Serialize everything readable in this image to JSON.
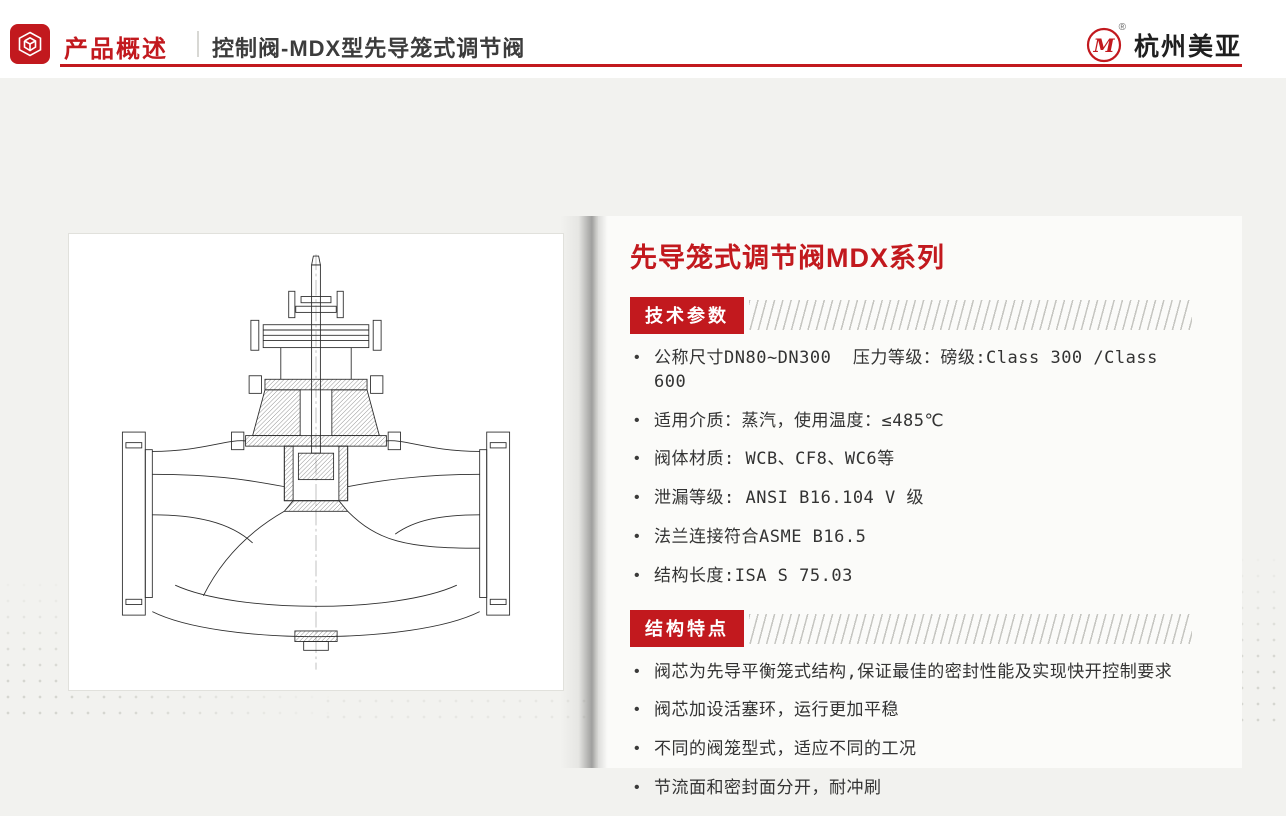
{
  "accent_color": "#c2191e",
  "colors": {
    "background": "#f2f2ef",
    "text": "#333333",
    "header_background": "#ffffff"
  },
  "header": {
    "section_label": "产品概述",
    "page_title": "控制阀-MDX型先导笼式调节阀",
    "brand_monogram": "M",
    "registered_mark": "®",
    "brand_name": "杭州美亚"
  },
  "content": {
    "title": "先导笼式调节阀MDX系列",
    "sections": [
      {
        "heading": "技术参数",
        "bullets": [
          "公称尺寸DN80~DN300  压力等级：磅级:Class 300 /Class 600",
          "适用介质：蒸汽，使用温度：≤485℃",
          "阀体材质: WCB、CF8、WC6等",
          "泄漏等级: ANSI B16.104 V 级",
          "法兰连接符合ASME B16.5",
          "结构长度:ISA S 75.03"
        ]
      },
      {
        "heading": "结构特点",
        "bullets": [
          "阀芯为先导平衡笼式结构,保证最佳的密封性能及实现快开控制要求",
          "阀芯加设活塞环，运行更加平稳",
          "不同的阀笼型式，适应不同的工况",
          "节流面和密封面分开，耐冲刷"
        ]
      }
    ]
  }
}
